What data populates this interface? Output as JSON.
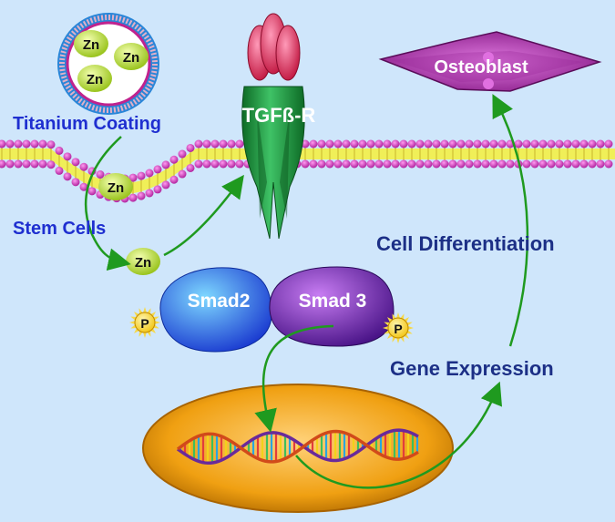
{
  "colors": {
    "background": "#cfe6fb",
    "arrow": "#1f9a1f",
    "label_blue": "#1f2fd0",
    "label_navy": "#1c2f86",
    "membrane_head": "#d23cc4",
    "membrane_core": "#f0ef58",
    "zn_particle": "#b8dc3a",
    "receptor_green": "#1f8f3a",
    "receptor_red": "#d83158",
    "smad2": "#2a5be0",
    "smad3": "#7a28b8",
    "nucleus": "#f0a012",
    "osteoblast": "#b838b8"
  },
  "labels": {
    "coating": "Titanium Coating",
    "stem_cells": "Stem Cells",
    "receptor": "TGFß-R",
    "smad2": "Smad2",
    "smad3": "Smad 3",
    "phospho": "P",
    "differentiation": "Cell Differentiation",
    "gene_expression": "Gene Expression",
    "osteoblast": "Osteoblast",
    "zinc": "Zn"
  }
}
